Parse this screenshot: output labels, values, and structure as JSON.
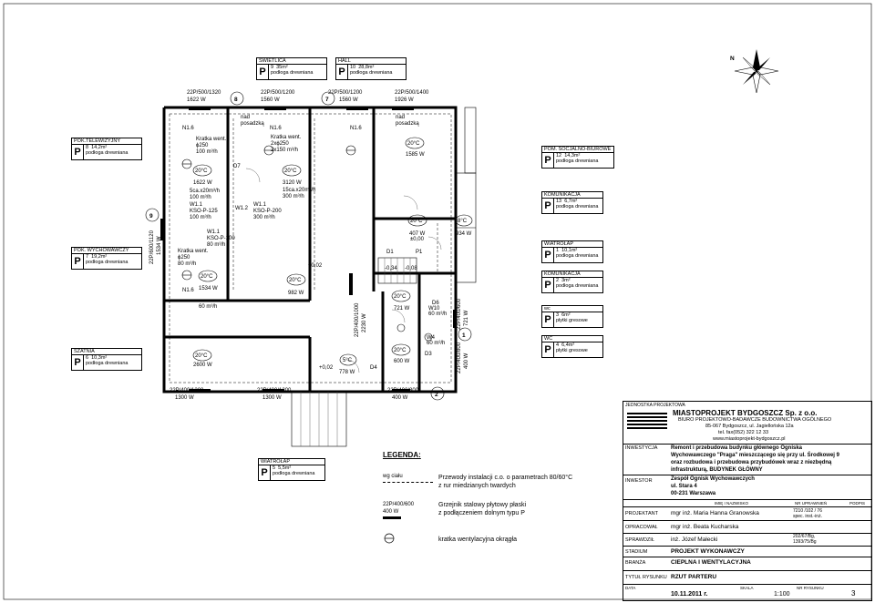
{
  "rooms": [
    {
      "name": "ŚWIETLICA",
      "num": "9",
      "area": "35m²",
      "floor": "podłoga drewniana"
    },
    {
      "name": "HALL",
      "num": "10",
      "area": "28,8m²",
      "floor": "podłoga drewniana"
    },
    {
      "name": "POK.TELEWIZYJNY",
      "num": "8",
      "area": "14,2m²",
      "floor": "podłoga drewniana"
    },
    {
      "name": "POK. WYCHOWAWCZY",
      "num": "7",
      "area": "19,2m²",
      "floor": "podłoga drewniana"
    },
    {
      "name": "SZATNIA",
      "num": "6",
      "area": "10,3m²",
      "floor": "podłoga drewniana"
    },
    {
      "name": "POM. SOCJALNO-BIUROWE",
      "num": "12",
      "area": "14,3m²",
      "floor": "podłoga drewniana"
    },
    {
      "name": "KOMUNIKACJA",
      "num": "13",
      "area": "6,7m²",
      "floor": "podłoga drewniana"
    },
    {
      "name": "WIATROŁAP",
      "num": "1",
      "area": "10,1m²",
      "floor": "podłoga drewniana"
    },
    {
      "name": "KOMUNIKACJA",
      "num": "2",
      "area": "3m²",
      "floor": "podłoga drewniana"
    },
    {
      "name": "wc",
      "num": "3",
      "area": "6m²",
      "floor": "płytki gresowe"
    },
    {
      "name": "WC",
      "num": "4",
      "area": "6,4m²",
      "floor": "płytki gresowe"
    },
    {
      "name": "WIATROŁAP",
      "num": "5",
      "area": "5,5m²",
      "floor": "podłoga drewniana"
    }
  ],
  "radiators_top": [
    "22P/500/1320",
    "1622 W",
    "22P/500/1200",
    "1560 W",
    "22P/500/1200",
    "1560 W",
    "22P/500/1400",
    "1926 W"
  ],
  "radiators_bottom": [
    "22P/400/1200",
    "1300 W",
    "22P/400/1200",
    "1300 W",
    "22P/400/800",
    "400 W"
  ],
  "radiator_left": "22P/600/1120",
  "radiator_left_w": "1534 W",
  "radiator_center": "22P/400/1000",
  "radiator_center_w": "2230 W",
  "radiator_right": "22P/400/800",
  "radiator_right_w": "400 W",
  "radiator_right2": "22P/400/600",
  "radiator_right2_w": "721 W",
  "room_markers": [
    "8",
    "7",
    "9",
    "1",
    "2"
  ],
  "temps": [
    "20°C",
    "20°C",
    "20°C",
    "20°C",
    "20°C",
    "20°C",
    "20°C",
    "20°C",
    "20°C",
    "8°C",
    "5°C"
  ],
  "loads": [
    "1622 W",
    "3120 W",
    "1585 W",
    "1534 W",
    "982 W",
    "407 W",
    "934 W",
    "721 W",
    "2600 W",
    "600 W",
    "778 W"
  ],
  "vent_labels": [
    "Kratka went.",
    "ϕ250",
    "100 m³/h",
    "Kratka went.",
    "2xϕ250",
    "2x150 m³/h",
    "5ca.x20m³/h",
    "100 m³/h",
    "W1.1",
    "KSO-P-125",
    "100 m³/h",
    "W1.1",
    "KSO-P-200",
    "300 m³/h",
    "15ca.x20m³/h",
    "300 m³/h",
    "W1.2",
    "W1.1",
    "KSO-P-100",
    "80 m³/h",
    "Kratka went.",
    "ϕ250",
    "80 m³/h",
    "60 m³/h",
    "nad",
    "posadzką",
    "nad",
    "posadzką",
    "N1.6",
    "N1.6",
    "N1.6",
    "N1.6",
    "D7",
    "D1",
    "P1",
    "D6",
    "W10",
    "60 m³/h",
    "W4",
    "60 m³/h",
    "D3",
    "D4"
  ],
  "levels": [
    "+0,02",
    "±0,00",
    "-0,34",
    "-0,08",
    "+0,02"
  ],
  "legend": {
    "title": "LEGENDA:",
    "item1_sym": "wg ciału",
    "item1": "Przewody instalacji c.o. o parametrach 80/60°C",
    "item1b": "z rur miedzianych twardych",
    "item2_sym1": "22P/400/600",
    "item2_sym2": "400 W",
    "item2": "Grzejnik stalowy płytowy płaski",
    "item2b": "z podłączeniem dolnym typu P",
    "item3": "kratka wentylacyjna okrągła"
  },
  "title_block": {
    "unit_label": "JEDNOSTKA PROJEKTOWA",
    "company": "MIASTOPROJEKT BYDGOSZCZ Sp. z o.o.",
    "company_sub": "BIURO PROJEKTOWO-BADAWCZE BUDOWNICTWA OGÓLNEGO",
    "address": "85-067 Bydgoszcz, ul. Jagiellońska 12a",
    "phone": "tel. fax(052) 322 12 33",
    "web": "www.miastoprojekt-bydgoszcz.pl",
    "investment_label": "INWESTYCJA",
    "investment": [
      "Remont i przebudowa budynku głównego Ogniska",
      "Wychowawczego \"Praga\" mieszczącego się przy ul. Środkowej 9",
      "oraz rozbudowa i przebudowa przybudówek wraz z niezbędną",
      "infrastrukturą, BUDYNEK GŁÓWNY"
    ],
    "investor_label": "INWESTOR",
    "investor": [
      "Zespół Ognisk Wychowawczych",
      "ul. Stara 4",
      "00-231 Warszawa"
    ],
    "col_name": "IMIĘ I NAZWISKO",
    "col_perm": "NR UPRAWNIEŃ",
    "col_sign": "PODPIS",
    "designer_label": "PROJEKTANT",
    "designer": "mgr inż. Maria Hanna Granowska",
    "designer_perm": "7210 /102 / 76",
    "designer_perm2": "spec. inst.-inż.",
    "drafter_label": "OPRACOWAŁ",
    "drafter": "mgr inż. Beata Kucharska",
    "checker_label": "SPRAWDZIŁ",
    "checker": "inż. Józef Małecki",
    "checker_perm": "202/67/Bg,",
    "checker_perm2": "1393/75/Bg",
    "stage_label": "STADIUM",
    "stage": "PROJEKT WYKONAWCZY",
    "branch_label": "BRANŻA",
    "branch": "CIEPLNA I WENTYLACYJNA",
    "drawing_label": "TYTUŁ RYSUNKU",
    "drawing": "RZUT PARTERU",
    "date_label": "DATA",
    "date": "10.11.2011 r.",
    "scale_label": "SKALA",
    "scale": "1:100",
    "no_label": "NR RYSUNKU",
    "no": "3"
  },
  "north": "N"
}
